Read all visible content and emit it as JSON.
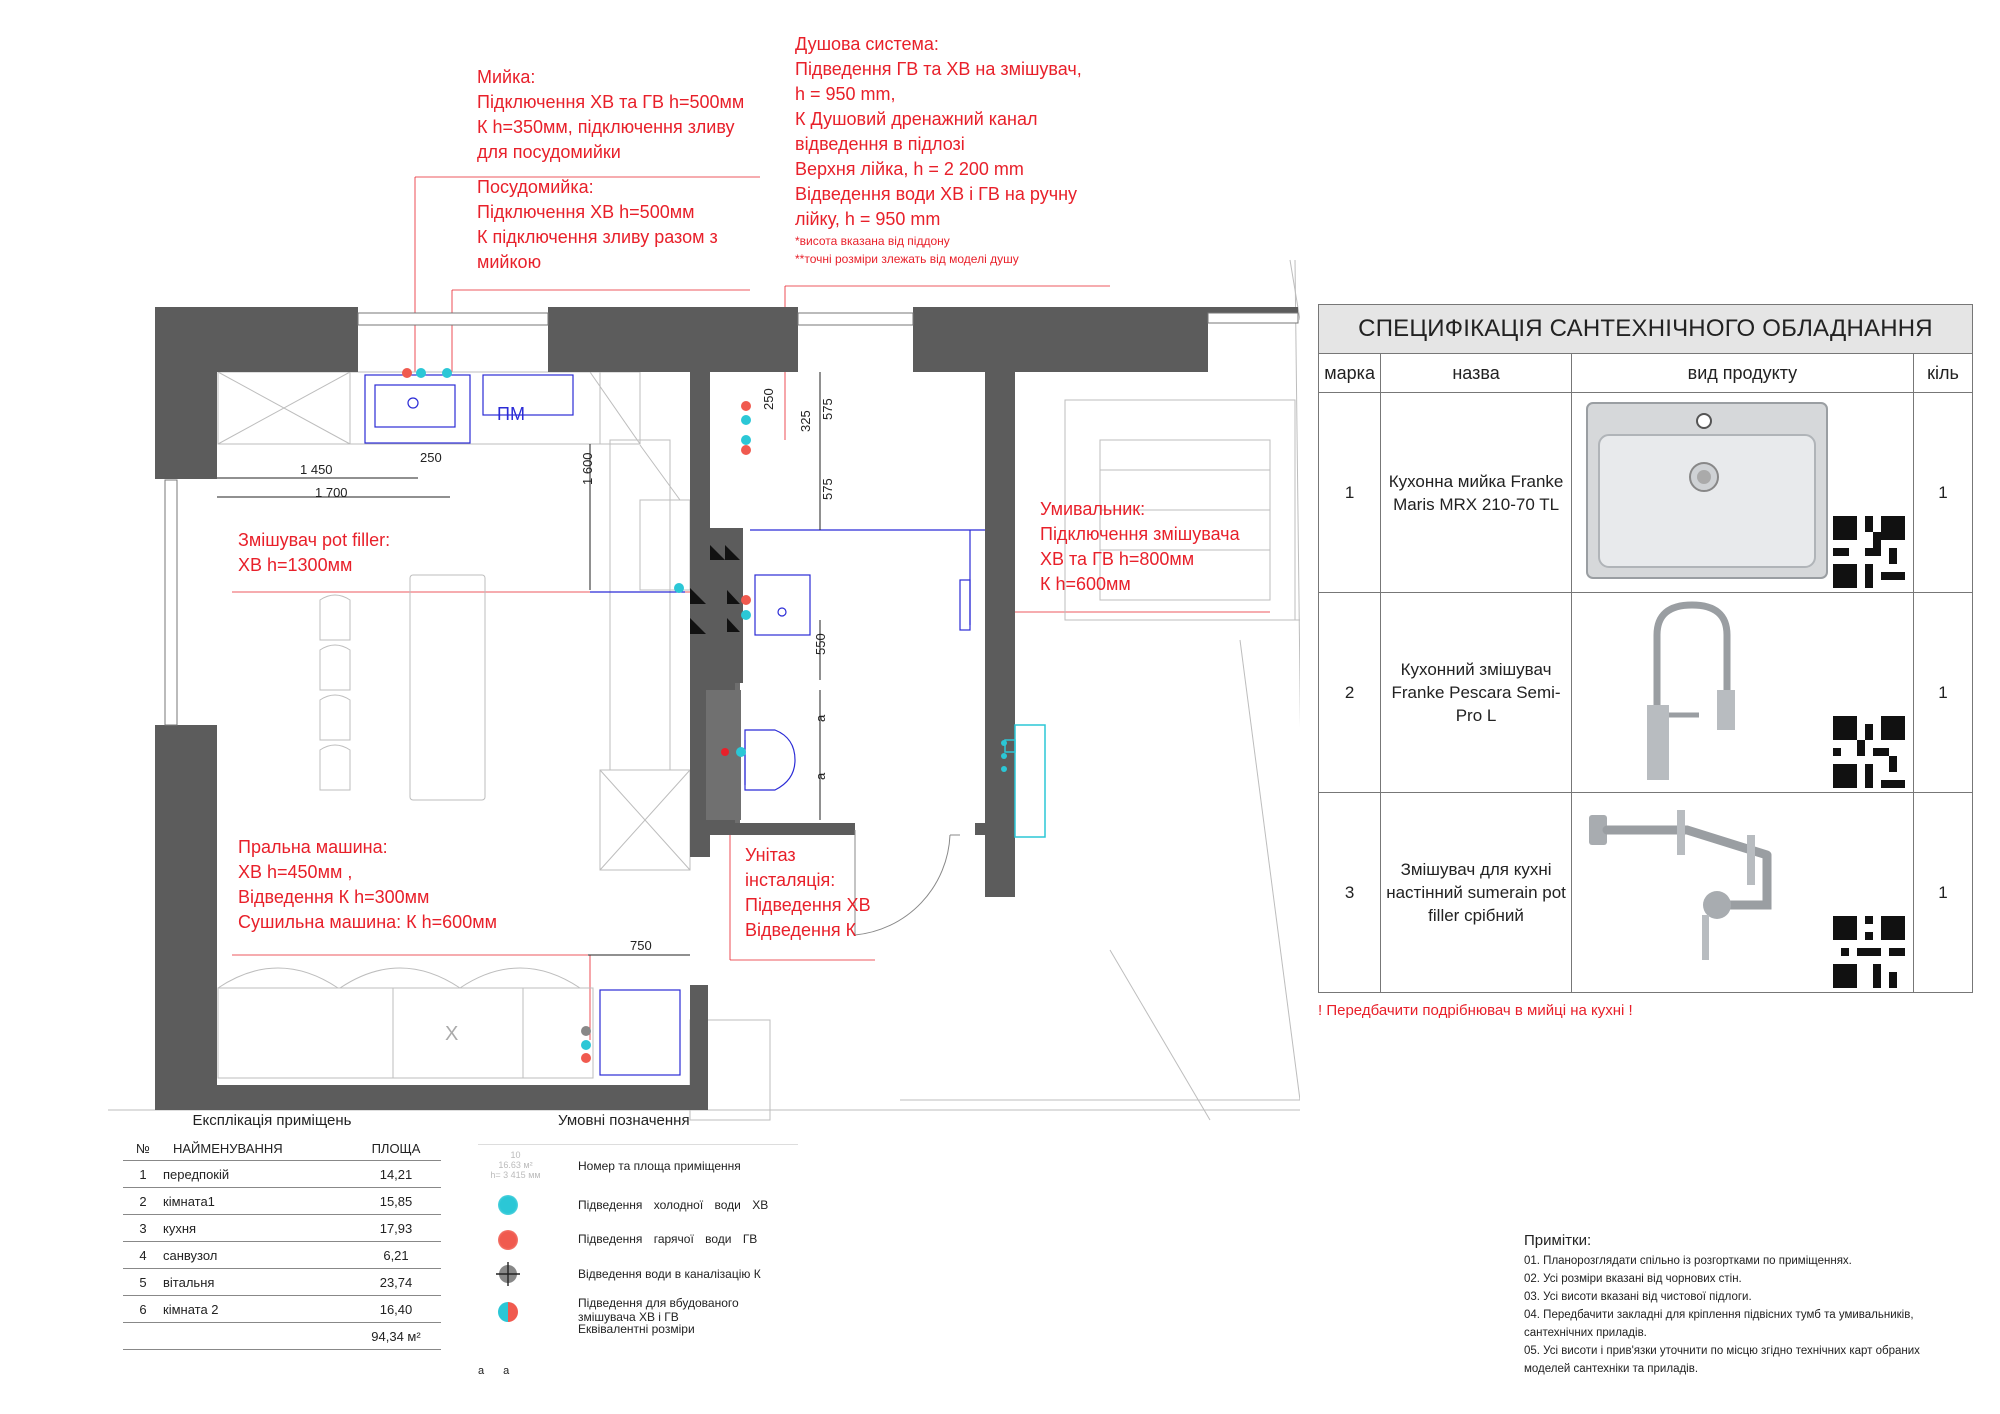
{
  "callouts": {
    "sink": {
      "title": "Мийка:",
      "lines": [
        "Підключення ХВ та ГВ h=500мм",
        "К h=350мм, підключення зливу",
        "для посудомийки"
      ]
    },
    "dishwasher": {
      "title": "Посудомийка:",
      "lines": [
        "Підключення ХВ h=500мм",
        "К підключення зливу разом з",
        "мийкою"
      ]
    },
    "shower": {
      "title": "Душова система:",
      "lines": [
        "Підведення ГВ та ХВ на змішувач,",
        "h = 950 mm,",
        "К Душовий дренажний канал",
        "відведення в підлозі",
        "Верхня лійка, h = 2 200 mm",
        "Відведення води ХВ і ГВ на ручну",
        "лійку, h = 950 mm"
      ],
      "footnotes": [
        "*висота вказана від піддону",
        "**точні розміри злежать від моделі душу"
      ]
    },
    "pot_filler": {
      "title": "Змішувач pot filler:",
      "lines": [
        "ХВ h=1300мм"
      ]
    },
    "washbasin": {
      "title": "Умивальник:",
      "lines": [
        "Підключення змішувача",
        "ХВ та ГВ h=800мм",
        "К h=600мм"
      ]
    },
    "washing": {
      "title": "Пральна машина:",
      "lines": [
        "ХВ h=450мм ,",
        "Відведення К h=300мм",
        "Сушильна машина: К h=600мм"
      ]
    },
    "toilet": {
      "title": "Унітаз",
      "lines": [
        "інсталяція:",
        "Підведення ХВ",
        "Відведення К"
      ]
    }
  },
  "plan_labels": {
    "dishwasher_tag": "ПМ",
    "dims": [
      "1 450",
      "1 700",
      "250",
      "1 600",
      "250",
      "325",
      "575",
      "575",
      "550",
      "a",
      "a",
      "750"
    ],
    "x_mark": "X"
  },
  "spec_table": {
    "title": "СПЕЦИФІКАЦІЯ САНТЕХНІЧНОГО ОБЛАДНАННЯ",
    "headers": [
      "марка",
      "назва",
      "вид продукту",
      "кіль"
    ],
    "rows": [
      {
        "mark": "1",
        "name": "Кухонна мийка Franke Maris MRX 210-70 TL",
        "qty": "1",
        "product": "sink"
      },
      {
        "mark": "2",
        "name": "Кухонний змішувач Franke Pescara Semi-Pro L",
        "qty": "1",
        "product": "faucet"
      },
      {
        "mark": "3",
        "name": "Змішувач для кухні настінний sumerain pot filler срібний",
        "qty": "1",
        "product": "pot-filler"
      }
    ],
    "warning": "! Передбачити подрібнювач в мийці на кухні !"
  },
  "rooms": {
    "caption": "Експлікація приміщень",
    "headers": [
      "№",
      "НАЙМЕНУВАННЯ",
      "ПЛОЩА"
    ],
    "rows": [
      {
        "n": "1",
        "name": "передпокій",
        "area": "14,21"
      },
      {
        "n": "2",
        "name": "кімната1",
        "area": "15,85"
      },
      {
        "n": "3",
        "name": "кухня",
        "area": "17,93"
      },
      {
        "n": "4",
        "name": "санвузол",
        "area": "6,21"
      },
      {
        "n": "5",
        "name": "вітальня",
        "area": "23,74"
      },
      {
        "n": "6",
        "name": "кімната 2",
        "area": "16,40"
      }
    ],
    "total": "94,34 м²"
  },
  "legend": {
    "caption": "Умовні позначення",
    "items": [
      {
        "label": "Номер та площа приміщення",
        "icon": "room-tag-icon"
      },
      {
        "label": "Підведення холодної води ХВ",
        "icon": "cold-water-icon",
        "color": "#2bc7d6"
      },
      {
        "label": "Підведення гарячої води ГВ",
        "icon": "hot-water-icon",
        "color": "#f05a4f"
      },
      {
        "label": "Відведення води в каналізацію К",
        "icon": "sewer-icon"
      },
      {
        "label": "Підведення для вбудованого змішувача ХВ і ГВ",
        "icon": "mixer-icon"
      },
      {
        "label": "Еквівалентні розміри",
        "icon": "equal-dims-icon"
      }
    ],
    "room_tag": {
      "num": "10",
      "area": "16.63 м²",
      "h": "h= 3 415 мм"
    },
    "equal_dims": "a a"
  },
  "remarks": {
    "caption": "Примітки:",
    "items": [
      "01. Планорозглядати спільно із розгортками по приміщеннях.",
      "02. Усі розміри вказані від чорнових стін.",
      "03. Усі висоти вказані від чистової підлоги.",
      "04. Передбачити закладні для кріплення підвісних тумб та умивальників, сантехнічних приладів.",
      "05. Усі висоти і прив'язки уточнити по місцю згідно технічних карт обраних моделей сантехніки та приладів."
    ]
  },
  "colors": {
    "wall": "#5c5c5c",
    "callout": "#e8202a",
    "cold": "#2bc7d6",
    "hot": "#f05a4f",
    "blue": "#2b2bd6"
  }
}
